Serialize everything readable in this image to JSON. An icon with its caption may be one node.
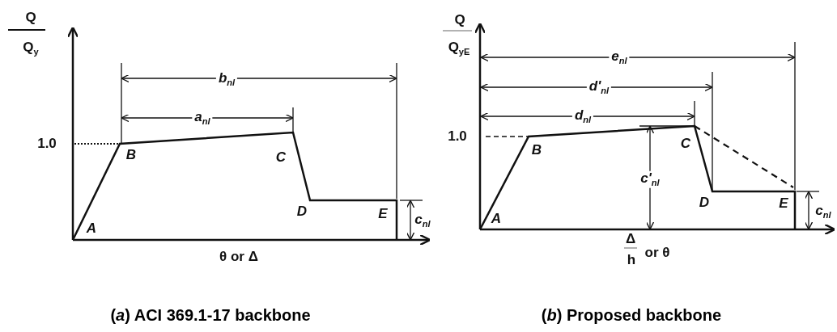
{
  "diagram": {
    "labels": [
      "Q",
      "Q$_{y}$",
      "b$_{nl}$",
      "a$_{nl}$",
      "1.0",
      "B",
      "C",
      "D",
      "E",
      "c$_{nl}$",
      "A",
      "θ or Δ",
      "Q",
      "Q$_{yE}$",
      "e$_{nl}$",
      "d'$_{nl}$",
      "d$_{nl}$",
      "1.0",
      "B",
      "C",
      "c'$_{nl}$",
      "D",
      "E",
      "c$_{nl}$",
      "A",
      "Δ",
      "h",
      "or θ",
      "(*a*) ACI 369.1-17 backbone",
      "(*b*) Proposed backbone"
    ]
  }
}
